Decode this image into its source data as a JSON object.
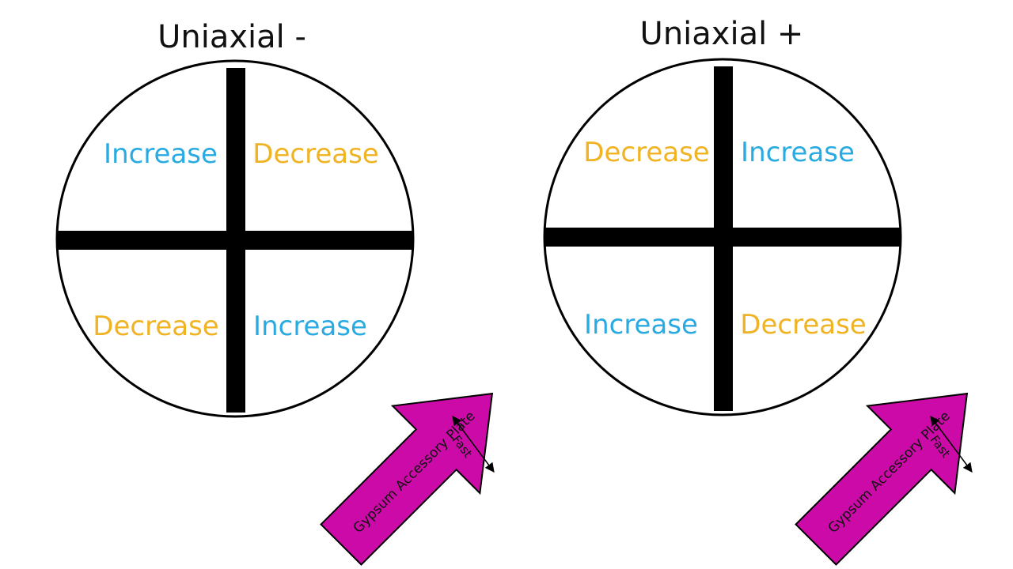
{
  "colors": {
    "increase": "#29abe2",
    "decrease": "#f0b323",
    "plate": "#cc0aa7",
    "ink": "#000000"
  },
  "panels": [
    {
      "title": "Uniaxial -",
      "quadrants": {
        "top_left": "Increase",
        "top_right": "Decrease",
        "bottom_left": "Decrease",
        "bottom_right": "Increase"
      },
      "plate_label": "Gypsum Accessory Plate",
      "fast_label": "Fast"
    },
    {
      "title": "Uniaxial +",
      "quadrants": {
        "top_left": "Decrease",
        "top_right": "Increase",
        "bottom_left": "Increase",
        "bottom_right": "Decrease"
      },
      "plate_label": "Gypsum Accessory Plate",
      "fast_label": "Fast"
    }
  ]
}
